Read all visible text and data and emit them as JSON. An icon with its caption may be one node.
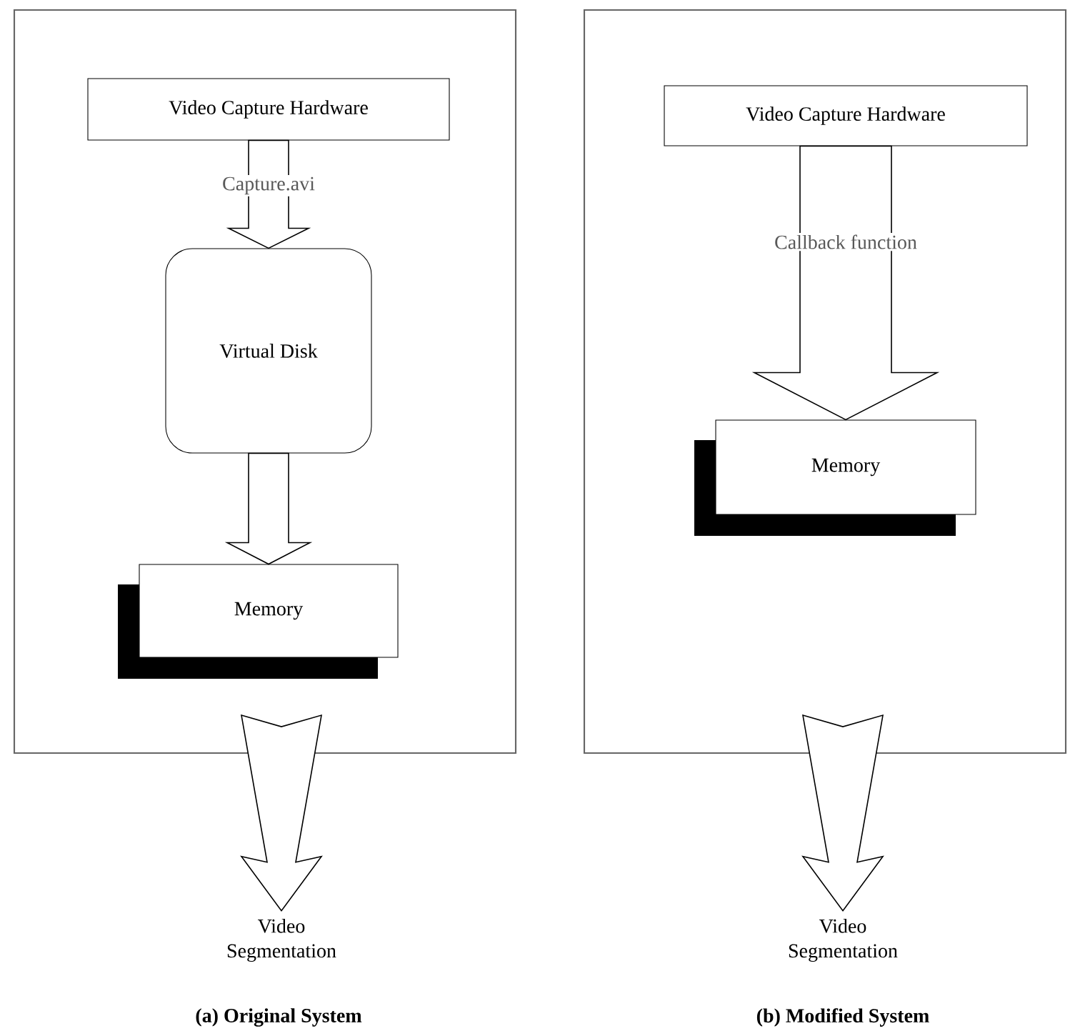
{
  "diagram": {
    "nodes": [
      {
        "text": [],
        "shape": "box"
      },
      {
        "text": [
          "Video Capture Hardware"
        ],
        "in": 0
      },
      {
        "text": [
          "Virtual Disk"
        ],
        "in": 0
      },
      {
        "text": [
          "Memory"
        ],
        "in": 0
      },
      {
        "text": [
          "Video Segmentation"
        ]
      },
      {
        "text": [],
        "shape": "box"
      },
      {
        "text": [
          "Video Capture Hardware"
        ],
        "in": 5
      },
      {
        "text": [
          "Memory"
        ],
        "in": 5
      },
      {
        "text": [
          "Video Segmentation"
        ]
      }
    ],
    "edges": [
      {
        "from": 1,
        "to": 2,
        "arrow": "to",
        "label": "Capture.avi"
      },
      {
        "from": 2,
        "to": 3,
        "arrow": "to"
      },
      {
        "from": 0,
        "to": 4,
        "arrow": "to"
      },
      {
        "from": 6,
        "to": 7,
        "arrow": "to",
        "label": "Callback function"
      },
      {
        "from": 5,
        "to": 8,
        "arrow": "to"
      }
    ],
    "labels": [
      "(a) Original System",
      "(b) Modified System"
    ]
  }
}
